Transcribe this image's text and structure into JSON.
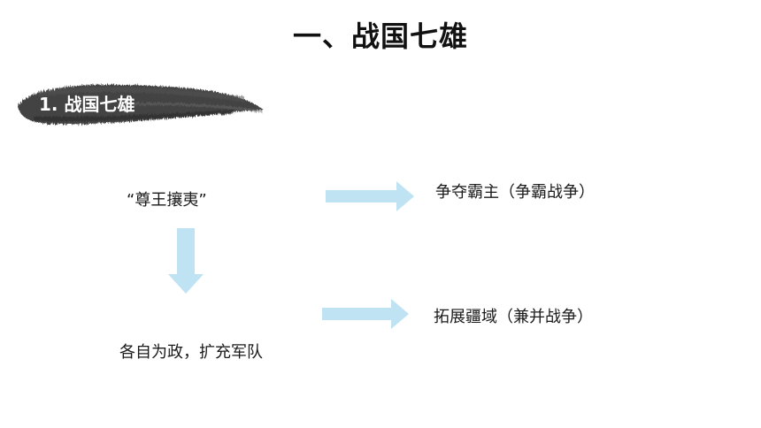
{
  "slide": {
    "title": "一、战国七雄",
    "section_label": "1. 战国七雄",
    "cause_slogan": "“尊王攘夷”",
    "outcome_hegemony": "争夺霸主（争霸战争）",
    "outcome_expansion": "拓展疆域（兼并战争）",
    "cause_self_rule": "各自为政，扩充军队"
  },
  "colors": {
    "arrow": "#bfe3f2",
    "brush_ink": "#3d3d3d",
    "text": "#1a1a1a"
  },
  "icons": {
    "arrow_right": "arrow-right-icon",
    "arrow_down": "arrow-down-icon"
  }
}
